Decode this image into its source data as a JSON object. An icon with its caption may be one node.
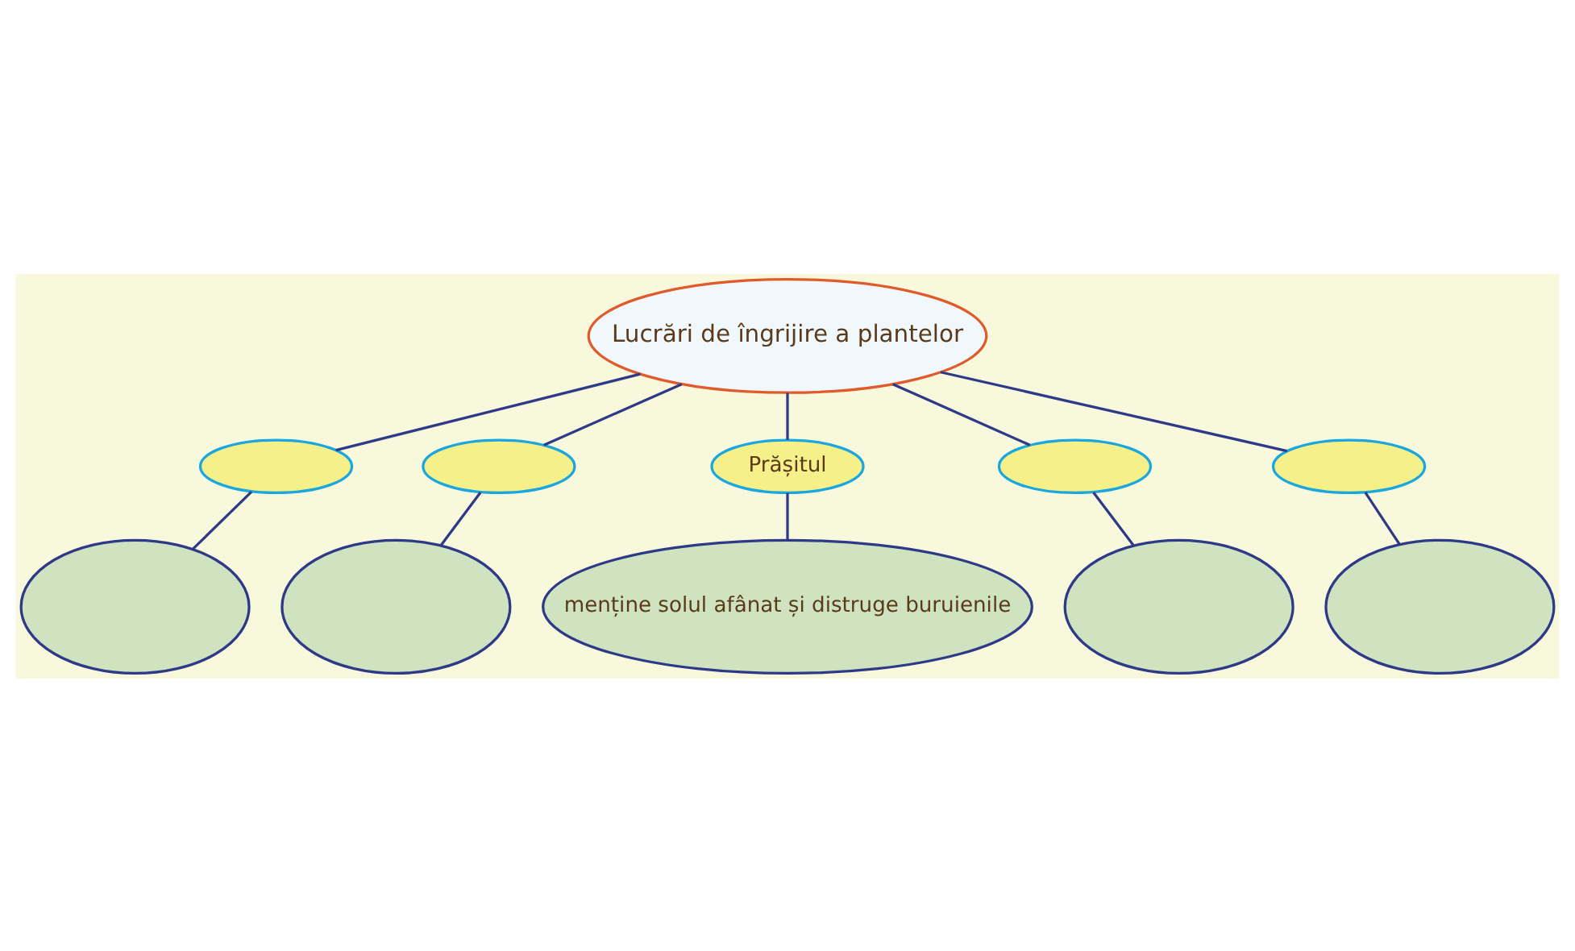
{
  "diagram": {
    "nodes": [
      {
        "text": [
          "Lucrări de îngrijire a plantelor"
        ]
      },
      {
        "text": [],
        "shape": "ellipse"
      },
      {
        "text": [],
        "shape": "ellipse"
      },
      {
        "text": [],
        "shape": "ellipse"
      },
      {
        "text": [],
        "shape": "ellipse"
      },
      {
        "text": [
          "Prășitul"
        ]
      },
      {
        "text": [
          "menține solul afânat și distruge buruienile"
        ]
      },
      {
        "text": [],
        "shape": "ellipse"
      },
      {
        "text": [],
        "shape": "ellipse"
      },
      {
        "text": [],
        "shape": "ellipse"
      },
      {
        "text": [],
        "shape": "ellipse"
      }
    ],
    "edges": [
      {
        "from": 0,
        "to": 1,
        "arrow": "none"
      },
      {
        "from": 1,
        "to": 2,
        "arrow": "none"
      },
      {
        "from": 0,
        "to": 3,
        "arrow": "none"
      },
      {
        "from": 3,
        "to": 4,
        "arrow": "none"
      },
      {
        "from": 0,
        "to": 5,
        "arrow": "none"
      },
      {
        "from": 5,
        "to": 6,
        "arrow": "none"
      },
      {
        "from": 0,
        "to": 7,
        "arrow": "none"
      },
      {
        "from": 7,
        "to": 8,
        "arrow": "none"
      },
      {
        "from": 0,
        "to": 9,
        "arrow": "none"
      },
      {
        "from": 9,
        "to": 10,
        "arrow": "none"
      }
    ]
  }
}
